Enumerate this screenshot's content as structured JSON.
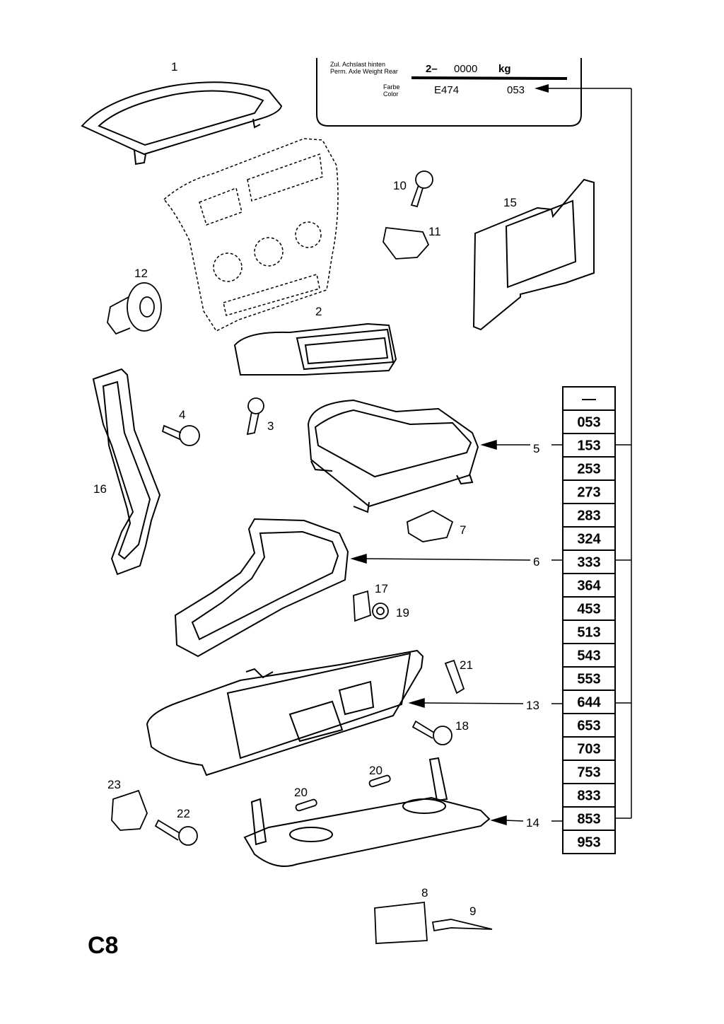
{
  "page_code": "C8",
  "plate": {
    "axle_label_de": "Zul. Achslast hinten",
    "axle_label_en": "Perm. Axle Weight Rear",
    "axle_value_prefix": "2–",
    "axle_value": "0000",
    "axle_unit": "kg",
    "color_label_de": "Farbe",
    "color_label_en": "Color",
    "color_code": "E474",
    "color_number": "053"
  },
  "part_labels": {
    "p1": "1",
    "p2": "2",
    "p3": "3",
    "p4": "4",
    "p5": "5",
    "p6": "6",
    "p7": "7",
    "p8": "8",
    "p9": "9",
    "p10": "10",
    "p11": "11",
    "p12": "12",
    "p13": "13",
    "p14": "14",
    "p15": "15",
    "p16": "16",
    "p17": "17",
    "p18": "18",
    "p19": "19",
    "p20a": "20",
    "p20b": "20",
    "p21": "21",
    "p22": "22",
    "p23": "23"
  },
  "color_table": [
    "—",
    "053",
    "153",
    "253",
    "273",
    "283",
    "324",
    "333",
    "364",
    "453",
    "513",
    "543",
    "553",
    "644",
    "653",
    "703",
    "753",
    "833",
    "853",
    "953"
  ]
}
